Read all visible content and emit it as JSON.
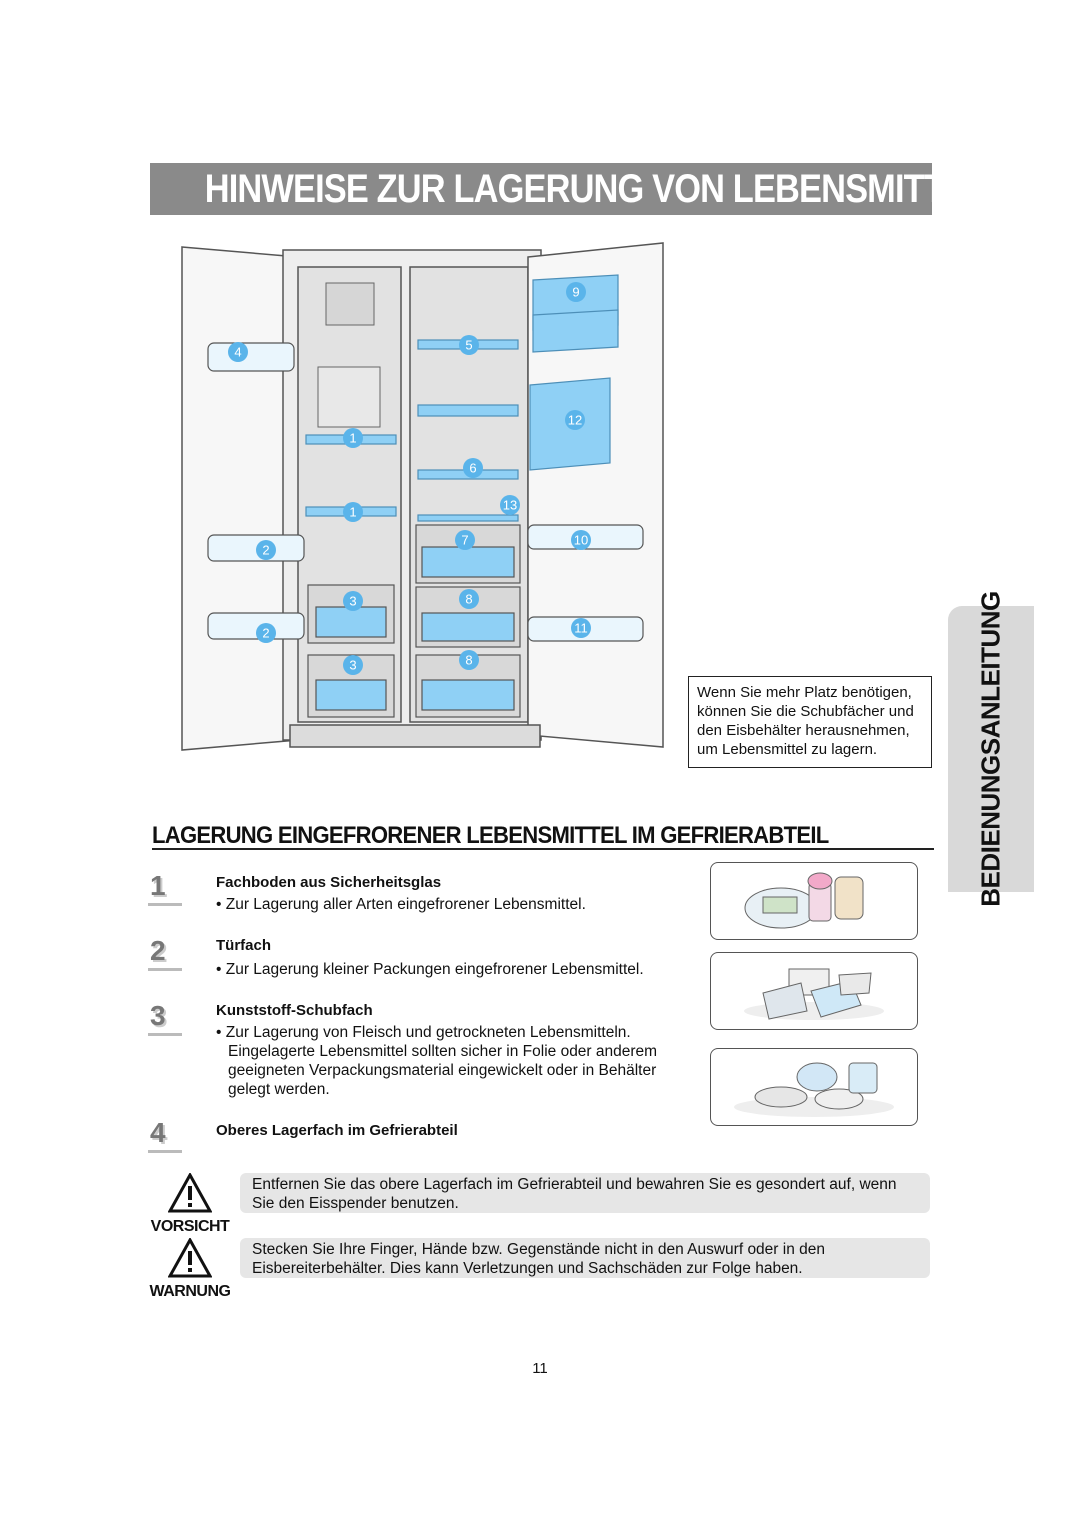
{
  "title": "HINWEISE ZUR LAGERUNG VON LEBENSMITTELN",
  "side_tab": "BEDIENUNGSANLEITUNG",
  "diagram": {
    "callouts": [
      "9",
      "4",
      "5",
      "12",
      "1",
      "6",
      "1",
      "13",
      "2",
      "7",
      "10",
      "3",
      "8",
      "2",
      "11",
      "3",
      "8"
    ]
  },
  "space_note": {
    "lines": [
      "Wenn Sie mehr Platz benötigen,",
      "können Sie die Schubfächer und",
      "den Eisbehälter herausnehmen,",
      "um Lebensmittel zu lagern."
    ]
  },
  "section_heading": "LAGERUNG EINGEFRORENER LEBENSMITTEL IM GEFRIERABTEIL",
  "items": [
    {
      "number": "1",
      "title": "Fachboden aus Sicherheitsglas",
      "text": [
        "• Zur Lagerung aller Arten eingefrorener Lebensmittel."
      ]
    },
    {
      "number": "2",
      "title": "Türfach",
      "text": [
        "• Zur Lagerung kleiner Packungen eingefrorener Lebensmittel."
      ]
    },
    {
      "number": "3",
      "title": "Kunststoff-Schubfach",
      "text": [
        "• Zur Lagerung von Fleisch und getrockneten Lebensmitteln.",
        "Eingelagerte Lebensmittel sollten sicher in Folie oder anderem",
        "geeigneten Verpackungsmaterial eingewickelt oder in Behälter",
        "gelegt werden."
      ]
    },
    {
      "number": "4",
      "title": "Oberes Lagerfach im Gefrierabteil",
      "text": []
    }
  ],
  "warnings": [
    {
      "label": "VORSICHT",
      "text": "Entfernen Sie das obere Lagerfach im Gefrierabteil und bewahren Sie es gesondert auf, wenn Sie den Eisspender benutzen."
    },
    {
      "label": "WARNUNG",
      "text": "Stecken Sie Ihre Finger, Hände bzw. Gegenstände nicht in den Auswurf oder in den Eisbereiterbehälter. Dies kann Verletzungen und Sachschäden zur Folge haben."
    }
  ],
  "page_number": "11",
  "colors": {
    "title_bg": "#8a8a8a",
    "callout": "#5ab4ea",
    "shelf": "#8fd0f5",
    "warn_bg": "#e6e6e6",
    "tab_bg": "#d9d9d9"
  }
}
